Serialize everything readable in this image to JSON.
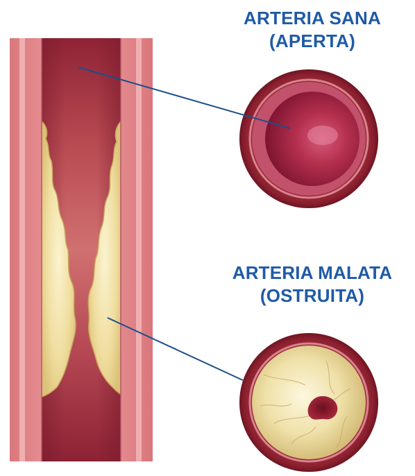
{
  "healthy_artery": {
    "title_line1": "ARTERIA SANA",
    "title_line2": "(APERTA)"
  },
  "diseased_artery": {
    "title_line1": "ARTERIA MALATA",
    "title_line2": "(OSTRUITA)"
  },
  "colors": {
    "label_blue": "#1f5aa6",
    "leader_line": "#1b4e8c",
    "artery_wall_pink": "#e88f92",
    "lumen_red": "#9c2a3c",
    "plaque_yellow": "#f1e2a6"
  }
}
